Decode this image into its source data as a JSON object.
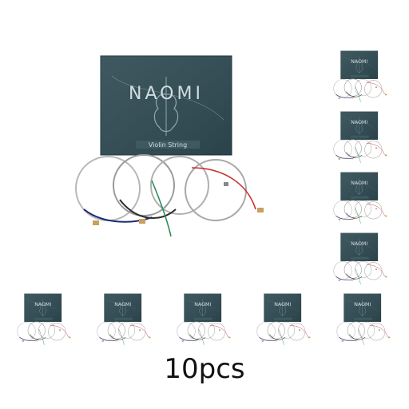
{
  "product": {
    "brand": "NAOMI",
    "label": "Violin String",
    "package_color": "#2f4a52",
    "string_colors": [
      "#1a2a7a",
      "#2c2c2c",
      "#2e8b57",
      "#c83232"
    ]
  },
  "quantity_label": "10pcs"
}
